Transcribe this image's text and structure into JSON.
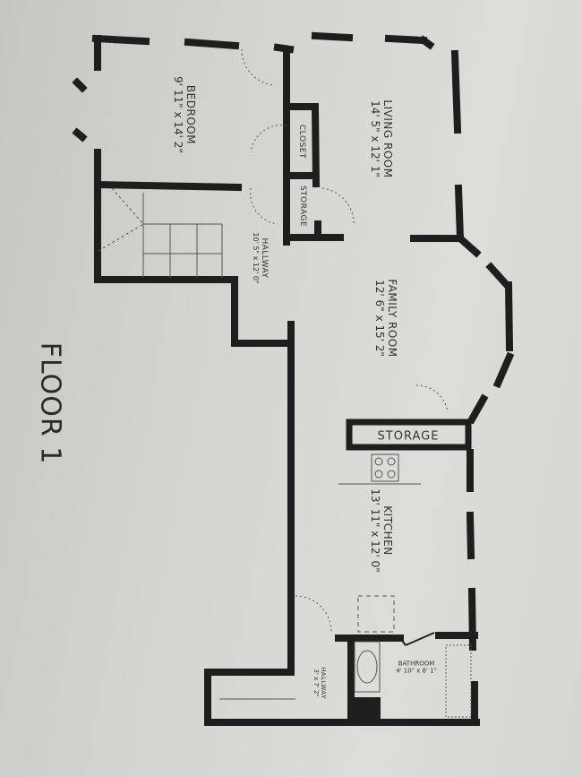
{
  "floor_title": "FLOOR 1",
  "rooms": {
    "bedroom": {
      "name": "BEDROOM",
      "dims": "9' 11\" x 14' 2\""
    },
    "living_room": {
      "name": "LIVING ROOM",
      "dims": "14' 5\" x 12' 1\""
    },
    "closet": {
      "name": "CLOSET"
    },
    "storage_small": {
      "name": "STORAGE"
    },
    "hallway": {
      "name": "HALLWAY",
      "dims": "10' 5\" x 12' 0\""
    },
    "family_room": {
      "name": "FAMILY ROOM",
      "dims": "12' 6\" x 15' 2\""
    },
    "storage": {
      "name": "STORAGE"
    },
    "kitchen": {
      "name": "KITCHEN",
      "dims": "13' 11\" x 12' 0\""
    },
    "bathroom": {
      "name": "BATHROOM",
      "dims": "4' 10\" x 8' 1\""
    },
    "hallway_small": {
      "name": "HALLWAY",
      "dims": "3' x 7' 2\""
    }
  },
  "colors": {
    "wall": "#1e1e1e",
    "paper": "#d8d8d4",
    "fixture": "#555555"
  }
}
